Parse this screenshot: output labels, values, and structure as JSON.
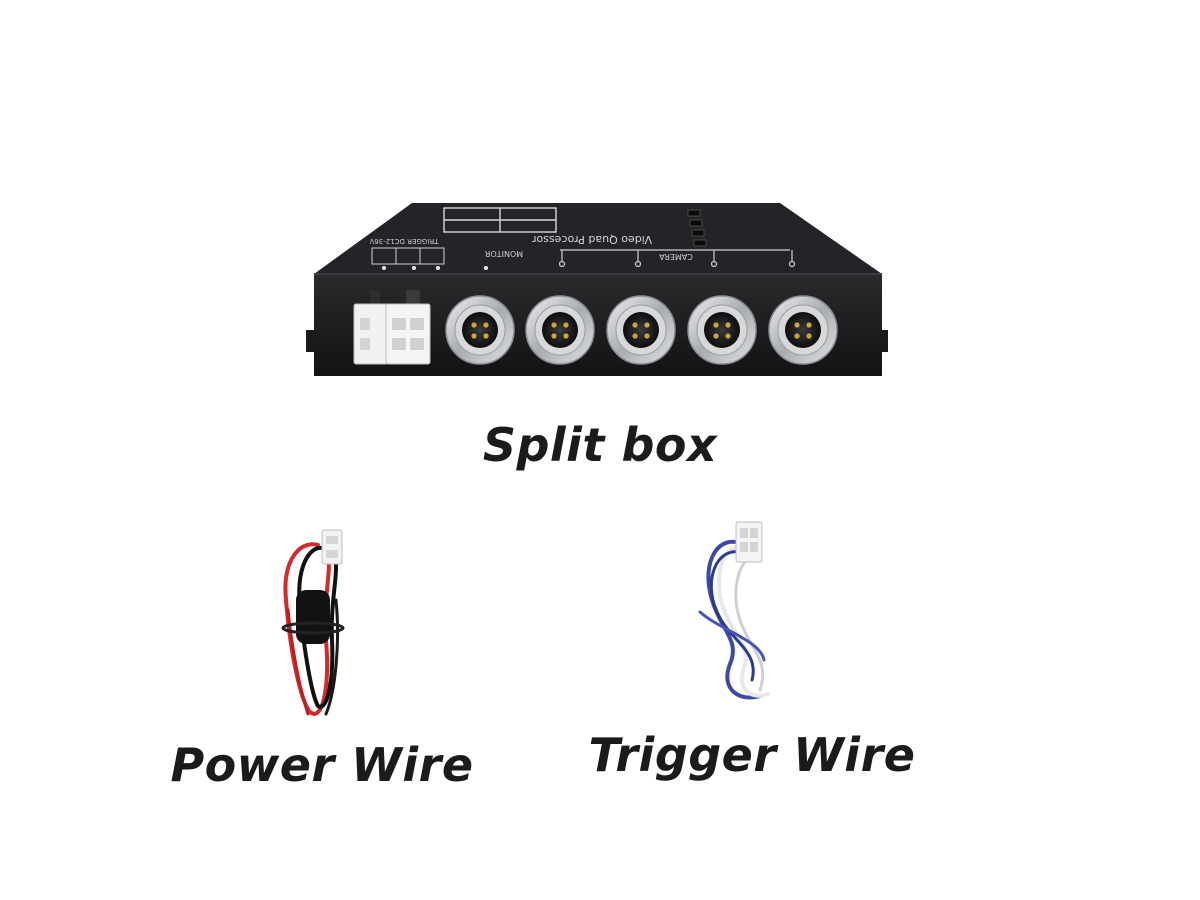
{
  "captions": {
    "split_box": "Split box",
    "power_wire": "Power Wire",
    "trigger_wire": "Trigger Wire"
  },
  "split_box_panel": {
    "top_label": "Video Quad Processor",
    "camera_label": "CAMERA",
    "monitor_label": "MONITOR",
    "trigger_label": "TRIGGER DC12-36V"
  },
  "colors": {
    "box_body": "#1c1c1e",
    "box_top": "#26262a",
    "connector_metal": "#c9cbcd",
    "power_wire_red": "#d42a2a",
    "power_wire_black": "#111111",
    "trigger_wire_blue": "#3b4aa8",
    "trigger_wire_white": "#e8e8ec"
  }
}
